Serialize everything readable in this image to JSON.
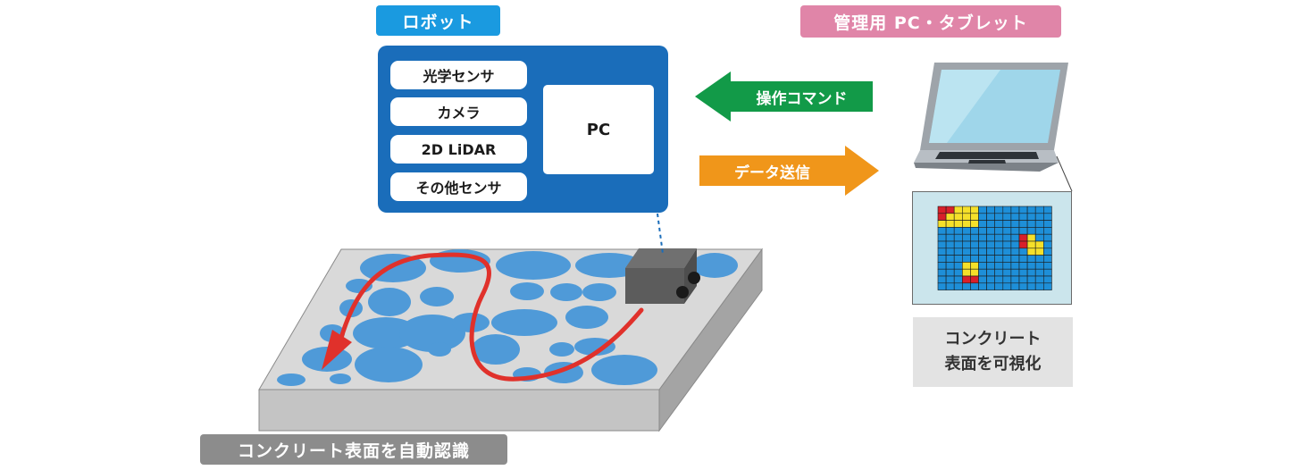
{
  "robot": {
    "title": "ロボット",
    "sensors": [
      "光学センサ",
      "カメラ",
      "2D LiDAR",
      "その他センサ"
    ],
    "pc_label": "PC"
  },
  "management": {
    "title": "管理用 PC・タブレット"
  },
  "arrows": {
    "command": "操作コマンド",
    "data": "データ送信"
  },
  "visualization": {
    "line1": "コンクリート",
    "line2": "表面を可視化"
  },
  "surface": {
    "caption": "コンクリート表面を自動認識"
  },
  "colors": {
    "robot_blue": "#1a6dba",
    "light_blue_tag": "#1a9ae0",
    "pink_tag": "#e085a8",
    "command_green": "#129a48",
    "data_orange": "#f0961a",
    "path_red": "#e0312b",
    "puddle_blue": "#4f9ad8",
    "slab_gray": "#d9d9d9",
    "grid_blue": "#1e8fd8",
    "grid_yellow": "#f5e02a",
    "grid_red": "#d8202a"
  }
}
